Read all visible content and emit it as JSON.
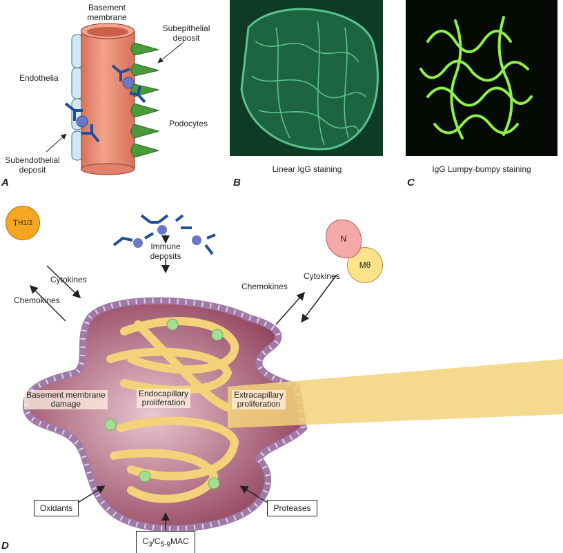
{
  "panel_a": {
    "letter": "A",
    "basement_membrane": [
      "Basement",
      "membrane"
    ],
    "subepithelial": [
      "Subepithelial",
      "deposit"
    ],
    "endothelia": "Endothelia",
    "podocytes": "Podocytes",
    "subendothelial": [
      "Subendothelial",
      "deposit"
    ]
  },
  "panel_b": {
    "letter": "B",
    "caption": "Linear IgG staining"
  },
  "panel_c": {
    "letter": "C",
    "caption": "IgG Lumpy-bumpy staining"
  },
  "panel_d": {
    "letter": "D",
    "th": {
      "main": "T",
      "sub": "H",
      "sup": "1/2"
    },
    "left_cytokines": "Cytokines",
    "left_chemokines": "Chemokines",
    "immune_deposits": [
      "Immune",
      "deposits"
    ],
    "macrophage": "Mθ",
    "neutrophil": "N",
    "right_chemokines": "Chemokines",
    "right_cytokines": "Cytokines",
    "bm_damage": [
      "Basement membrane",
      "damage"
    ],
    "endocapillary": [
      "Endocapillary",
      "proliferation"
    ],
    "extracapillary": [
      "Extracapillary",
      "proliferation"
    ],
    "oxidants": "Oxidants",
    "proteases": "Proteases",
    "mac": {
      "c3": "C",
      "s3": "3",
      "slash": "/C",
      "s59": "5-9",
      "tail": "MAC"
    }
  },
  "colors": {
    "membrane": "#e8947a",
    "podocyte": "#4a9a3a",
    "antibody": "#1f4e9a",
    "antigen": "#6a78c8",
    "capillary": "#f3d27a",
    "bowman": "#c9a6c9"
  }
}
